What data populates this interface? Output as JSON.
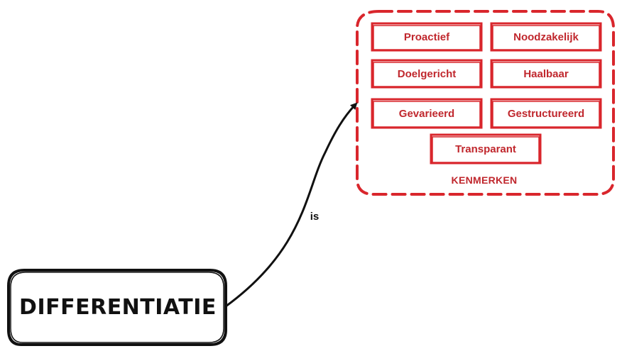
{
  "diagram": {
    "main_node": {
      "label": "DIFFERENTIATIE"
    },
    "connector": {
      "label": "is"
    },
    "group": {
      "label": "KENMERKEN",
      "items": [
        {
          "label": "Proactief"
        },
        {
          "label": "Noodzakelijk"
        },
        {
          "label": "Doelgericht"
        },
        {
          "label": "Haalbaar"
        },
        {
          "label": "Gevarieerd"
        },
        {
          "label": "Gestructureerd"
        },
        {
          "label": "Transparant"
        }
      ]
    }
  },
  "colors": {
    "accent": "#d9262c",
    "accent_text": "#c0272d",
    "ink": "#111111"
  }
}
